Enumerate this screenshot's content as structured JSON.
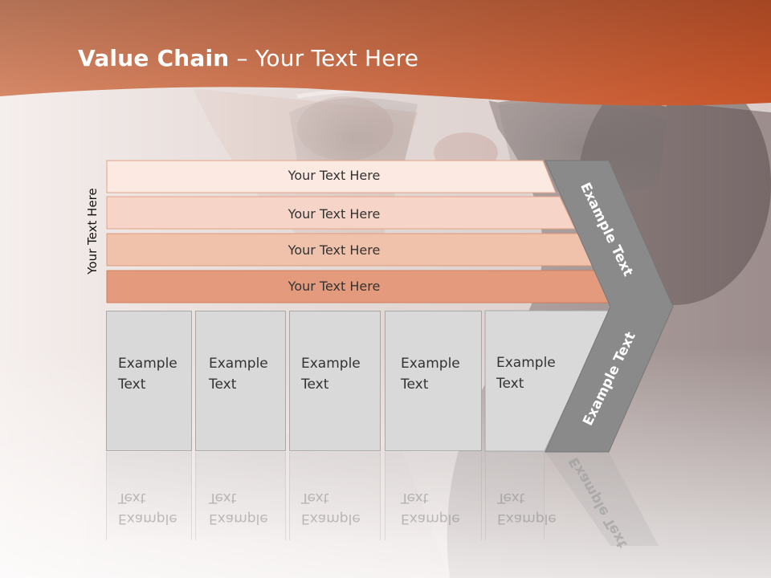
{
  "slide": {
    "title_bold": "Value Chain",
    "title_rest": " – Your Text Here",
    "side_label": "Your Text Here"
  },
  "rows": [
    {
      "label": "Your Text Here",
      "fill": "#fbe9e2"
    },
    {
      "label": "Your Text Here",
      "fill": "#f6d5c8"
    },
    {
      "label": "Your Text Here",
      "fill": "#f0c1ab"
    },
    {
      "label": "Your Text Here",
      "fill": "#e49b7d"
    }
  ],
  "boxes": [
    {
      "line1": "Example",
      "line2": "Text"
    },
    {
      "line1": "Example",
      "line2": "Text"
    },
    {
      "line1": "Example",
      "line2": "Text"
    },
    {
      "line1": "Example",
      "line2": "Text"
    },
    {
      "line1": "Example",
      "line2": "Text"
    }
  ],
  "chevron": {
    "top_text": "Example Text",
    "bottom_text": "Example Text",
    "fill": "#8a8a8a"
  },
  "colors": {
    "header_dark": "#c8552a",
    "header_light": "#d98a68"
  }
}
